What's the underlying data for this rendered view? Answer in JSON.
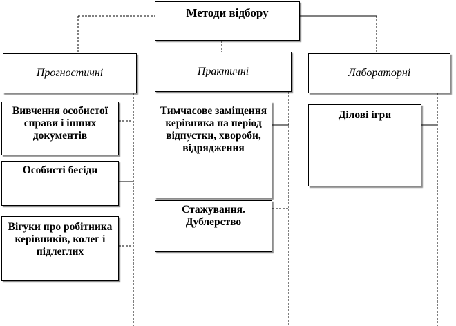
{
  "root": {
    "label": "Методи відбору"
  },
  "categories": [
    {
      "label": "Прогностичні",
      "items": [
        "Вивчення особистої справи і інших  документів",
        "Особисті бесіди",
        "Вігуки про робітника керівників, колег і підлеглих"
      ]
    },
    {
      "label": "Практичні",
      "items": [
        "Тимчасове заміщення керівника на період відпустки, хвороби, відрядження",
        "Стажування. Дублерство"
      ]
    },
    {
      "label": "Лабораторні",
      "items": [
        "Ділові ігри"
      ]
    }
  ]
}
